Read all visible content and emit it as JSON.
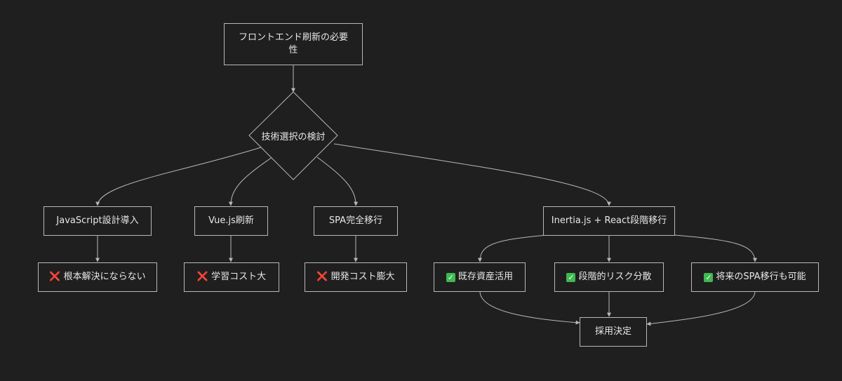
{
  "nodes": {
    "start": "フロントエンド刷新の必要性",
    "decision": "技術選択の検討",
    "opt_js": "JavaScript設計導入",
    "opt_vue": "Vue.js刷新",
    "opt_spa": "SPA完全移行",
    "opt_inertia": "Inertia.js + React段階移行",
    "res_js": "根本解決にならない",
    "res_vue": "学習コスト大",
    "res_spa": "開発コスト膨大",
    "pro_existing": "既存資産活用",
    "pro_stepwise": "段階的リスク分散",
    "pro_future": "将来のSPA移行も可能",
    "adopt": "採用決定"
  },
  "marks": {
    "cross": "❌",
    "check": "✅"
  },
  "colors": {
    "background": "#1f1f1f",
    "line": "#b8b8b8",
    "text": "#e8e8e8",
    "cross": "#e0312f",
    "check": "#3fb950"
  }
}
